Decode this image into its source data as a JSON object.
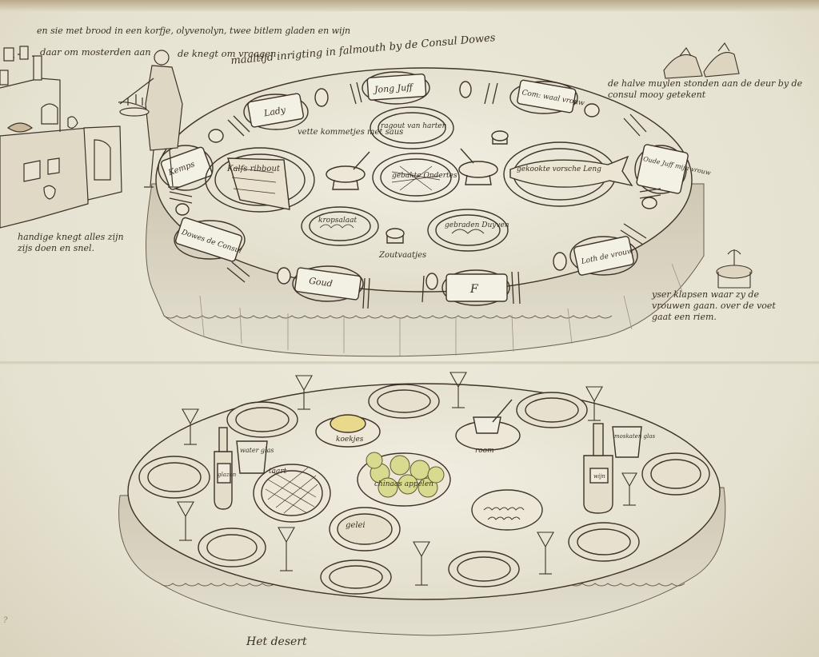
{
  "captions": {
    "top_left_line": "en sie met brood in een korfje, olyvenolyn, twee bitlem gladen en wijn",
    "left_line2": "daar om mosterden aan",
    "servant_line": "de knegt om vraagen",
    "title": "maaltijd inrigting in falmouth by de Consul Dowes",
    "top_right": "de halve muylen stonden aan de deur by de consul mooy getekent",
    "left_bottom": "handige knegt alles zijn zijs doen en snel.",
    "right_bottom": "yser klapsen waar zy de vrouwen gaan. over de voet gaat een riem.",
    "bottom": "Het desert",
    "margin_note": "?"
  },
  "upper_table": {
    "place_cards": [
      "Jong Juff",
      "Lady",
      "Com: waal vrouw",
      "Kemps",
      "Oude Juff mijn vrouw",
      "Dowes de Consul",
      "Loth de vrouw",
      "Goud",
      "F"
    ],
    "dishes": [
      "ragout van harten",
      "Kalfs ribbout",
      "gekookte vorsche Leng",
      "gebakte Ondertes",
      "vette kommetjes met saus",
      "kropsalaat",
      "gebraden Duyven",
      "Zoutvaatjes"
    ]
  },
  "lower_table": {
    "dishes": [
      "koekjes",
      "chinaas appelen",
      "taart",
      "gelei",
      "room",
      "water glas",
      "moskaten glas",
      "wijn",
      "glazen"
    ]
  }
}
